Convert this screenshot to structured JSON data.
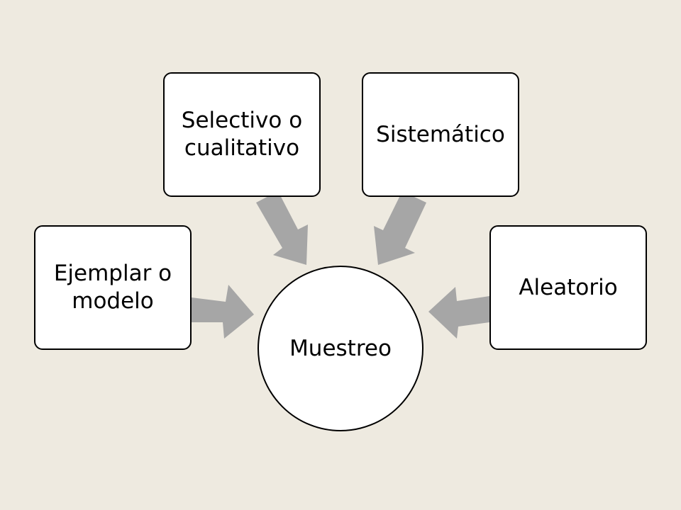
{
  "diagram": {
    "center": {
      "label": "Muestreo"
    },
    "nodes": [
      {
        "id": "ejemplar",
        "label": "Ejemplar o modelo"
      },
      {
        "id": "selectivo",
        "label": "Selectivo o cualitativo"
      },
      {
        "id": "sistematico",
        "label": "Sistemático"
      },
      {
        "id": "aleatorio",
        "label": "Aleatorio"
      }
    ]
  },
  "colors": {
    "background": "#EEEAE0",
    "arrow": "#A6A6A6",
    "node_fill": "#FFFFFF",
    "node_border": "#000000"
  }
}
